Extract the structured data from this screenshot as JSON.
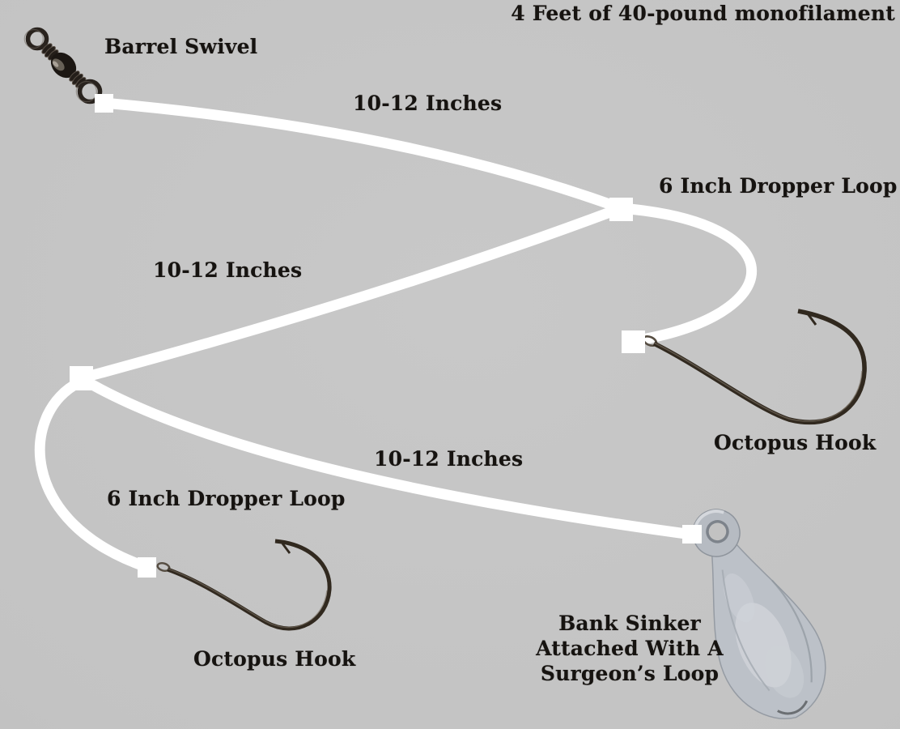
{
  "diagram": {
    "title": "4 Feet of 40-pound monofilament",
    "parts": {
      "swivel_label": "Barrel Swivel",
      "segment_1": "10-12 Inches",
      "segment_2": "10-12 Inches",
      "segment_3": "10-12 Inches",
      "dropper_loop_top": "6 Inch Dropper Loop",
      "dropper_loop_bottom": "6 Inch Dropper Loop",
      "hook_top": "Octopus Hook",
      "hook_bottom": "Octopus Hook",
      "sinker": {
        "line1": "Bank Sinker",
        "line2": "Attached With A",
        "line3": "Surgeon’s Loop"
      }
    },
    "colors": {
      "background": "#c3c3c3",
      "line": "#ffffff",
      "text": "#161310",
      "hardware_dark": "#2a241e",
      "metal_silver": "#bcc1c8"
    }
  }
}
